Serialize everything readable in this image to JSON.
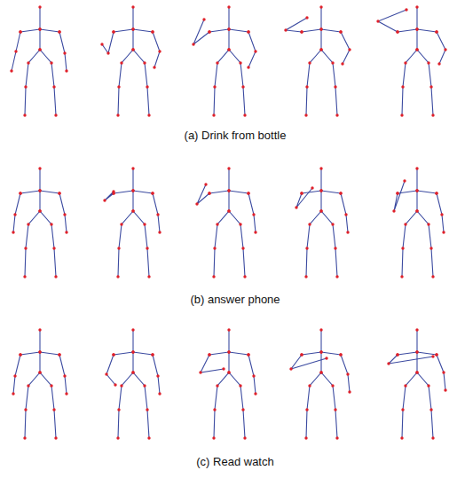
{
  "diagram": {
    "labels": [
      "(a) Drink from bottle",
      "(b) answer phone",
      "(c) Read watch"
    ]
  }
}
